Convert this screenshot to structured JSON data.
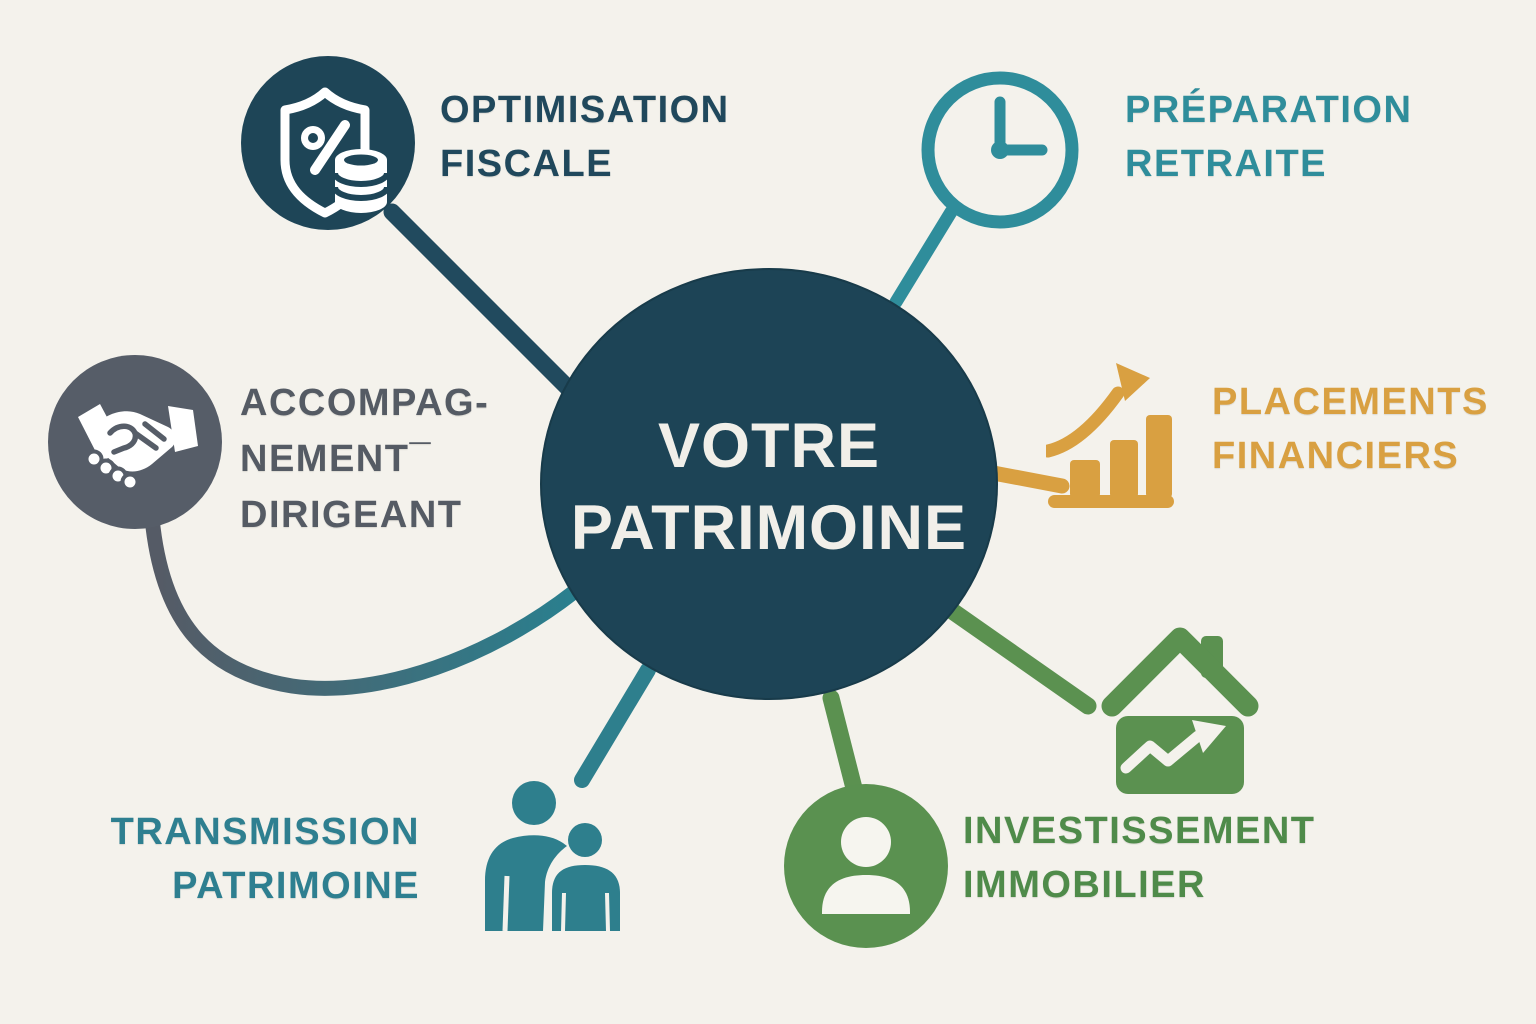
{
  "background_color": "#f4f2ec",
  "center": {
    "line1": "VOTRE",
    "line2": "PATRIMOINE",
    "circle_color": "#1d4456",
    "text_color": "#f1efe9"
  },
  "nodes": {
    "fiscale": {
      "line1": "OPTIMISATION",
      "line2": "FISCALE",
      "color": "#20485c",
      "icon": "shield-percent-coins-icon",
      "position": "top-left"
    },
    "retraite": {
      "line1": "PRÉPARATION",
      "line2": "RETRAITE",
      "color": "#2f8d9b",
      "icon": "clock-icon",
      "position": "top-right"
    },
    "placements": {
      "line1": "PLACEMENTS",
      "line2": "FINANCIERS",
      "color": "#d9a041",
      "icon": "growth-bar-chart-icon",
      "position": "right"
    },
    "immobilier": {
      "line1": "INVESTISSEMENT",
      "line2": "IMMOBILIER",
      "color": "#4f8b4a",
      "icons": [
        "house-growth-arrow-icon",
        "person-in-circle-icon"
      ],
      "position": "bottom-right"
    },
    "transmission": {
      "line1": "TRANSMISSION",
      "line2": "PATRIMOINE",
      "color": "#2e7f90",
      "icon": "family-two-people-icon",
      "position": "bottom-left"
    },
    "dirigeant": {
      "line1": "ACCOMPAG-",
      "line2": "NEMENT¯",
      "line3": "DIRIGEANT",
      "color": "#555b64",
      "icon": "handshake-icon",
      "position": "left"
    }
  },
  "connector_colors": {
    "fiscale": "#214a5e",
    "retraite": "#2f8d9b",
    "placements": "#d9a041",
    "immobilier": "#5b9150",
    "transmission": "#2e7f8d",
    "dirigeant_gradient": [
      "#555b66",
      "#2a7f8e"
    ]
  }
}
